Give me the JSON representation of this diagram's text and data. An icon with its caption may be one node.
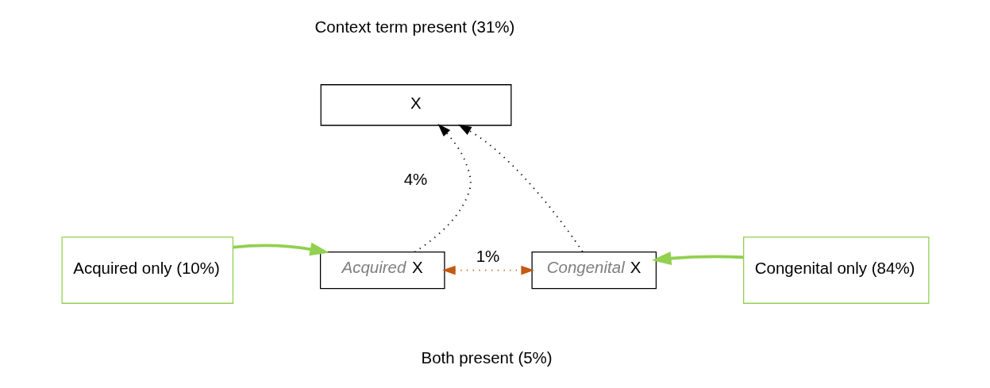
{
  "diagram": {
    "nodes": [
      {
        "text": [
          "X"
        ]
      },
      {
        "text": [
          "*Acquired* X"
        ]
      },
      {
        "text": [
          "*Congenital* X"
        ]
      },
      {
        "text": [
          "Acquired only (10%)"
        ]
      },
      {
        "text": [
          "Congenital only (84%)"
        ]
      }
    ],
    "edges": [
      {
        "from": 1,
        "to": 0,
        "arrow": "to",
        "style": "dashed"
      },
      {
        "from": 2,
        "to": 0,
        "arrow": "to",
        "style": "dashed"
      },
      {
        "from": 1,
        "to": 2,
        "arrow": "both",
        "style": "dashed",
        "color": "#c55a11",
        "label": "1%"
      },
      {
        "from": 3,
        "to": 1,
        "arrow": "to",
        "style": "thick",
        "color": "#92d050"
      },
      {
        "from": 4,
        "to": 2,
        "arrow": "to",
        "style": "thick",
        "color": "#92d050"
      }
    ],
    "labels": [
      "Context term present (31%)",
      "4%",
      "Both present (5%)"
    ]
  }
}
